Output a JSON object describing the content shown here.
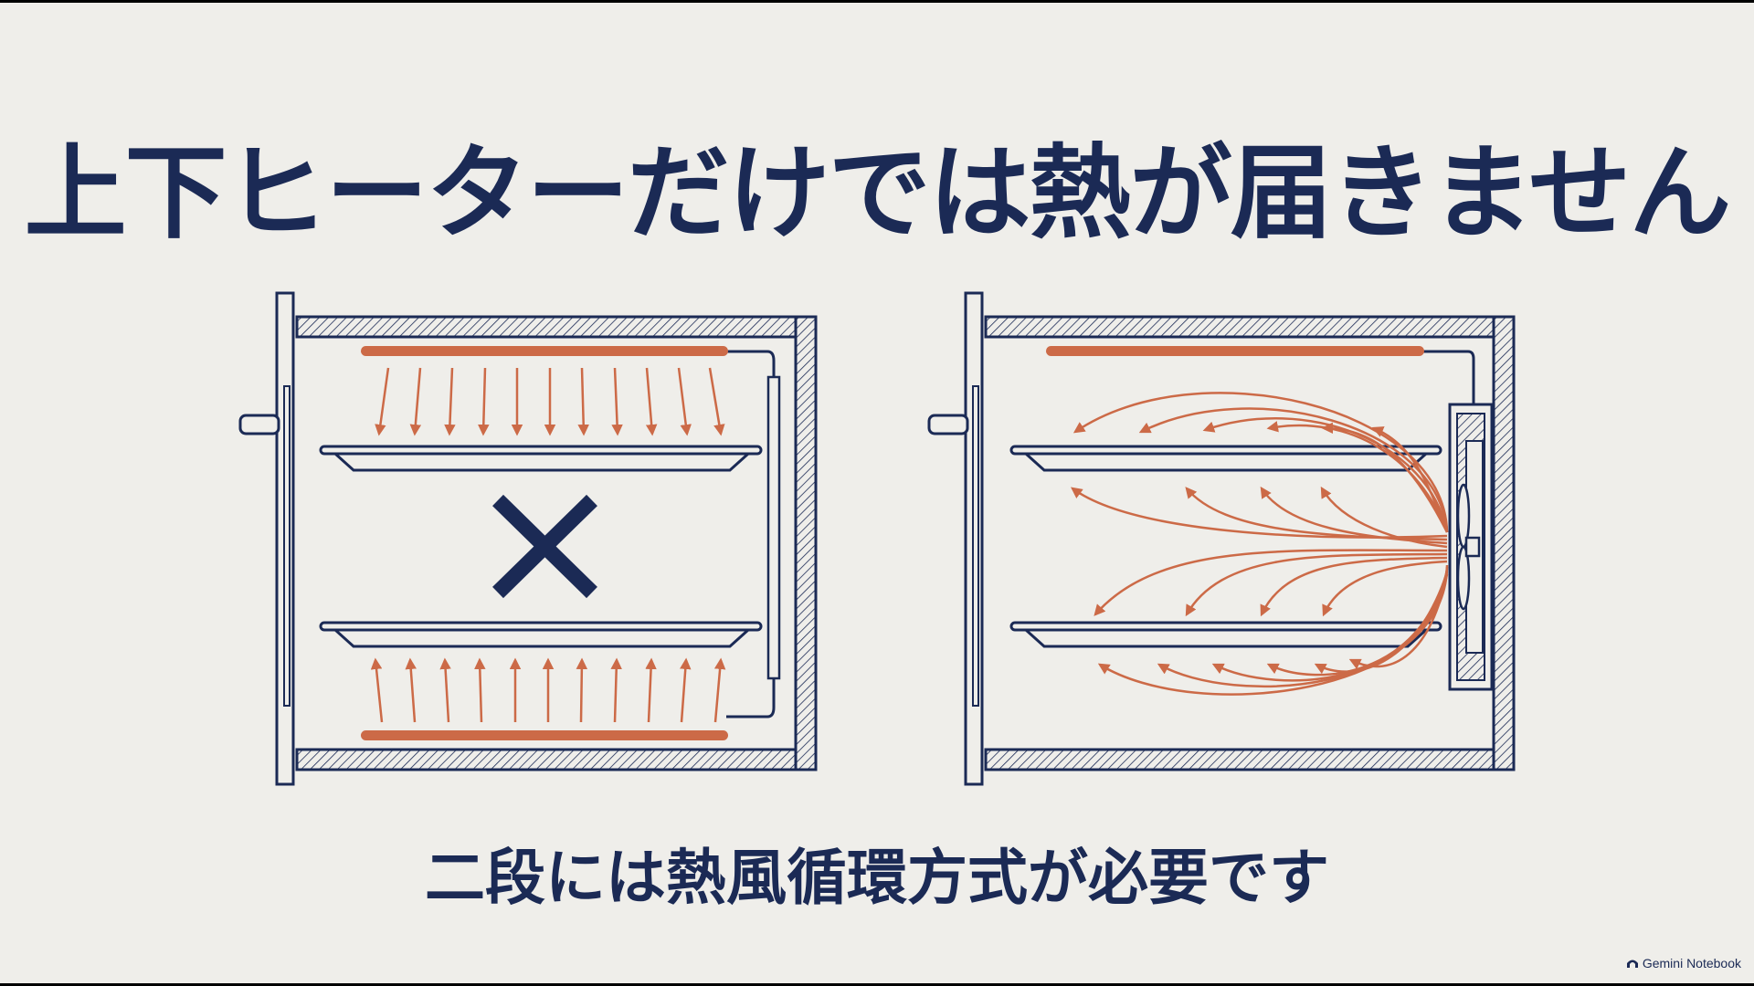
{
  "title": "上下ヒーターだけでは熱が届きません",
  "subtitle": "二段には熱風循環方式が必要です",
  "watermark": "Gemini Notebook",
  "colors": {
    "navy": "#1b2a55",
    "heat": "#cc6a47",
    "background": "#efeeea"
  },
  "left_diagram": {
    "heater_arrows": 11,
    "mark": "cross-icon"
  },
  "right_diagram": {
    "mark": "fan-icon"
  }
}
